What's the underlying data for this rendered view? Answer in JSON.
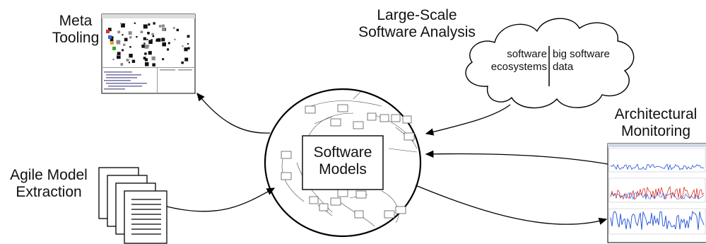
{
  "labels": {
    "meta_tooling": [
      "Meta",
      "Tooling"
    ],
    "large_scale": [
      "Large-Scale",
      "Software Analysis"
    ],
    "cloud_left": [
      "software",
      "ecosystems"
    ],
    "cloud_right": [
      "big software",
      "data"
    ],
    "architectural": [
      "Architectural",
      "Monitoring"
    ],
    "agile": [
      "Agile Model",
      "Extraction"
    ],
    "center": [
      "Software",
      "Models"
    ]
  },
  "colors": {
    "stroke": "#000000",
    "monitor_red": "#e0301e",
    "monitor_blue": "#1f4fd6",
    "grey_block": "#8a8a8a"
  }
}
